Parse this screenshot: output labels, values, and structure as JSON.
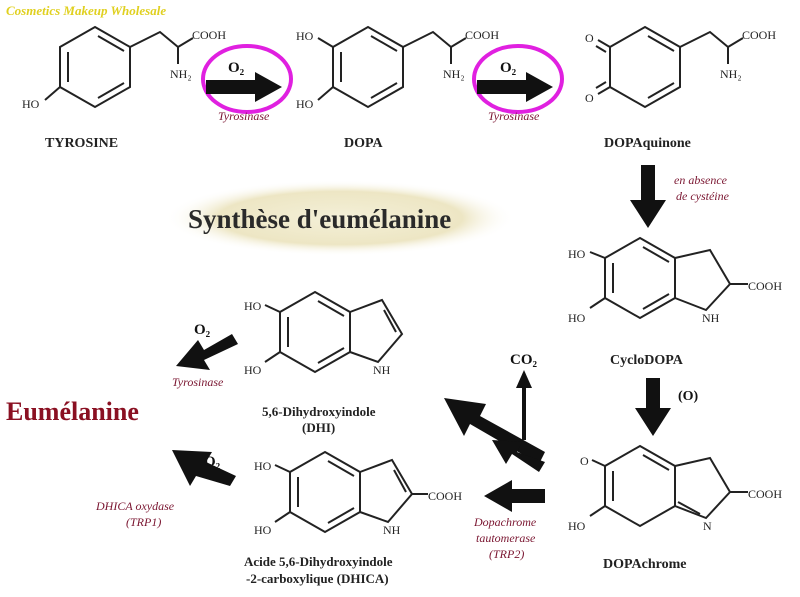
{
  "watermark": "Cosmetics Makeup Wholesale",
  "title": "Synthèse d'eumélanine",
  "product": "Eumélanine",
  "colors": {
    "enzyme": "#7a1530",
    "product": "#8a1022",
    "highlight": "#e020e0",
    "watermark": "#e0d020"
  },
  "molecules": {
    "tyrosine": {
      "name": "TYROSINE",
      "atoms": {
        "cooh": "COOH",
        "nh2": "NH₂",
        "ho": "HO"
      }
    },
    "dopa": {
      "name": "DOPA",
      "atoms": {
        "cooh": "COOH",
        "nh2": "NH₂",
        "ho1": "HO",
        "ho2": "HO"
      }
    },
    "dopaquinone": {
      "name": "DOPAquinone",
      "atoms": {
        "cooh": "COOH",
        "nh2": "NH₂",
        "o1": "O",
        "o2": "O"
      }
    },
    "cyclodopa": {
      "name": "CycloDOPA",
      "atoms": {
        "ho1": "HO",
        "ho2": "HO",
        "cooh": "COOH",
        "nh": "NH"
      }
    },
    "dopachrome": {
      "name": "DOPAchrome",
      "atoms": {
        "o": "O",
        "ho": "HO",
        "cooh": "COOH",
        "n": "N"
      }
    },
    "dhi": {
      "name_line1": "5,6-Dihydroxyindole",
      "name_line2": "(DHI)",
      "atoms": {
        "ho1": "HO",
        "ho2": "HO",
        "nh": "NH"
      }
    },
    "dhica": {
      "name_line1": "Acide 5,6-Dihydroxyindole",
      "name_line2": "-2-carboxylique (DHICA)",
      "atoms": {
        "ho1": "HO",
        "ho2": "HO",
        "cooh": "COOH",
        "nh": "NH"
      }
    }
  },
  "steps": {
    "tyr_to_dopa": {
      "reagent": "O₂",
      "enzyme": "Tyrosinase"
    },
    "dopa_to_quinone": {
      "reagent": "O₂",
      "enzyme": "Tyrosinase"
    },
    "quinone_to_cyclo": {
      "note_line1": "en absence",
      "note_line2": "de cystéine"
    },
    "cyclo_to_chrome": {
      "reagent": "(O)"
    },
    "chrome_co2": {
      "product": "CO₂"
    },
    "chrome_to_dhica": {
      "enzyme_line1": "Dopachrome",
      "enzyme_line2": "tautomerase",
      "enzyme_line3": "(TRP2)"
    },
    "dhi_to_eum": {
      "reagent": "O₂",
      "enzyme": "Tyrosinase"
    },
    "dhica_to_eum": {
      "reagent": "O₂",
      "enzyme_line1": "DHICA oxydase",
      "enzyme_line2": "(TRP1)"
    }
  }
}
